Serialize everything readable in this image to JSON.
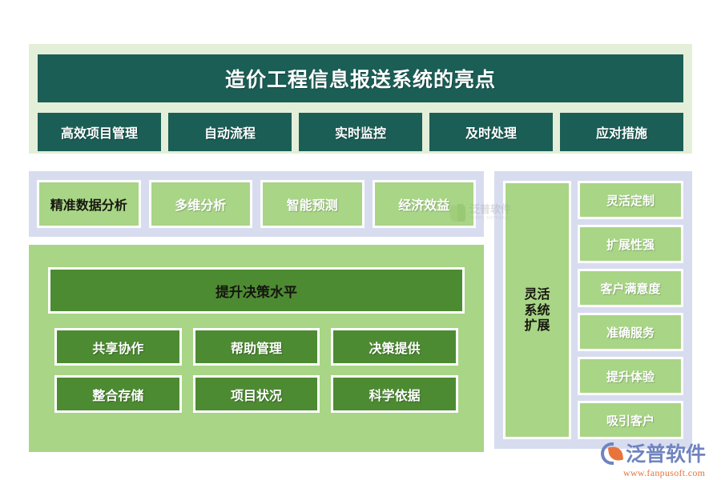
{
  "header": {
    "title": "造价工程信息报送系统的亮点",
    "features": [
      {
        "label": "高效项目管理"
      },
      {
        "label": "自动流程"
      },
      {
        "label": "实时监控"
      },
      {
        "label": "及时处理"
      },
      {
        "label": "应对措施"
      }
    ]
  },
  "analytics": {
    "chips": [
      {
        "label": "精准数据分析",
        "style": "dark"
      },
      {
        "label": "多维分析",
        "style": "light"
      },
      {
        "label": "智能预测",
        "style": "light"
      },
      {
        "label": "经济效益",
        "style": "light"
      }
    ]
  },
  "decision": {
    "banner": "提升决策水平",
    "chips": [
      {
        "label": "共享协作"
      },
      {
        "label": "帮助管理"
      },
      {
        "label": "决策提供"
      },
      {
        "label": "整合存储"
      },
      {
        "label": "项目状况"
      },
      {
        "label": "科学依据"
      }
    ]
  },
  "extension": {
    "label": "灵活系统扩展",
    "chips": [
      {
        "label": "灵活定制"
      },
      {
        "label": "扩展性强"
      },
      {
        "label": "客户满意度"
      },
      {
        "label": "准确服务"
      },
      {
        "label": "提升体验"
      },
      {
        "label": "吸引客户"
      }
    ]
  },
  "watermark": {
    "cn": "泛普软件",
    "en": "FANPU SOFTWARE"
  },
  "brand": {
    "name": "泛普软件",
    "url": "www.fanpusoft.com"
  },
  "colors": {
    "dark_teal": "#1b5e56",
    "header_bg": "#e4efd9",
    "lavender": "#d7dcef",
    "light_green": "#a8d586",
    "mid_green": "#4d8b33",
    "white": "#ffffff",
    "brand_blue": "#6f84bf",
    "brand_orange": "#e8743c"
  }
}
